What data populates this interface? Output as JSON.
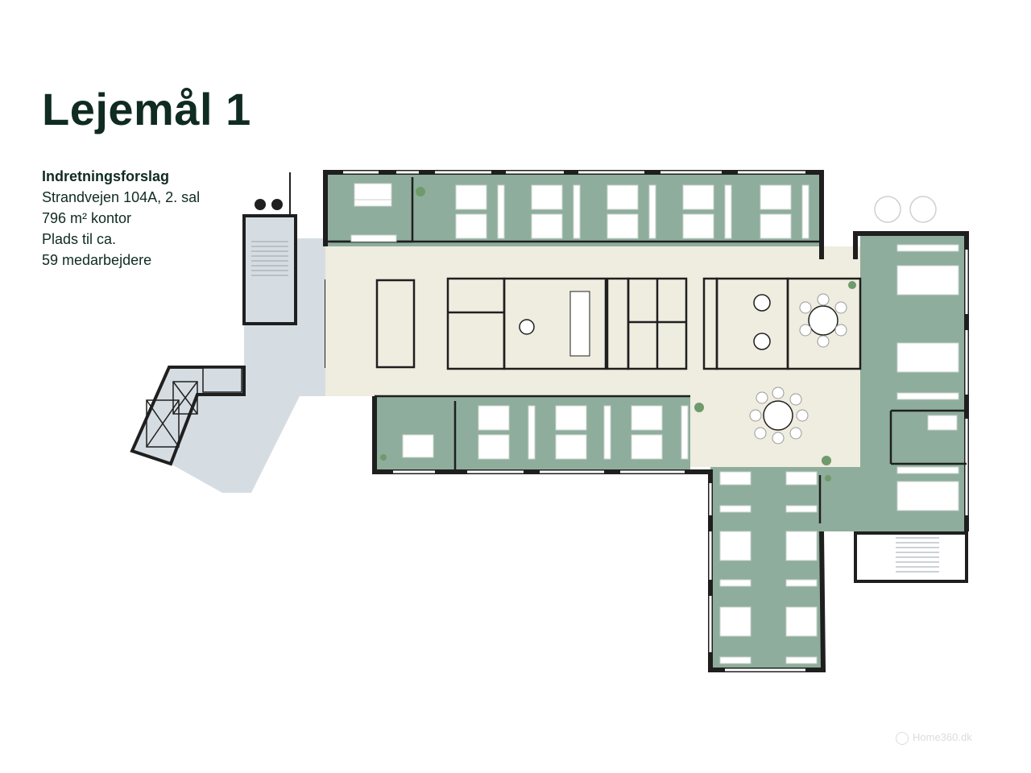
{
  "title": "Lejemål 1",
  "info": {
    "subtitle": "Indretningsforslag",
    "address": "Strandvejen 104A, 2. sal",
    "area": "796 m² kontor",
    "capacity_line1": "Plads til ca.",
    "capacity_line2": "59 medarbejdere"
  },
  "colors": {
    "heading": "#0f2b22",
    "office_zone": "#8fad9c",
    "corridor": "#efece0",
    "stair_zone": "#d6dde2",
    "wall": "#1f1f1f",
    "furniture": "#ffffff"
  },
  "watermark": {
    "icon": "watermark-logo-icon",
    "text": "Home360.dk"
  }
}
